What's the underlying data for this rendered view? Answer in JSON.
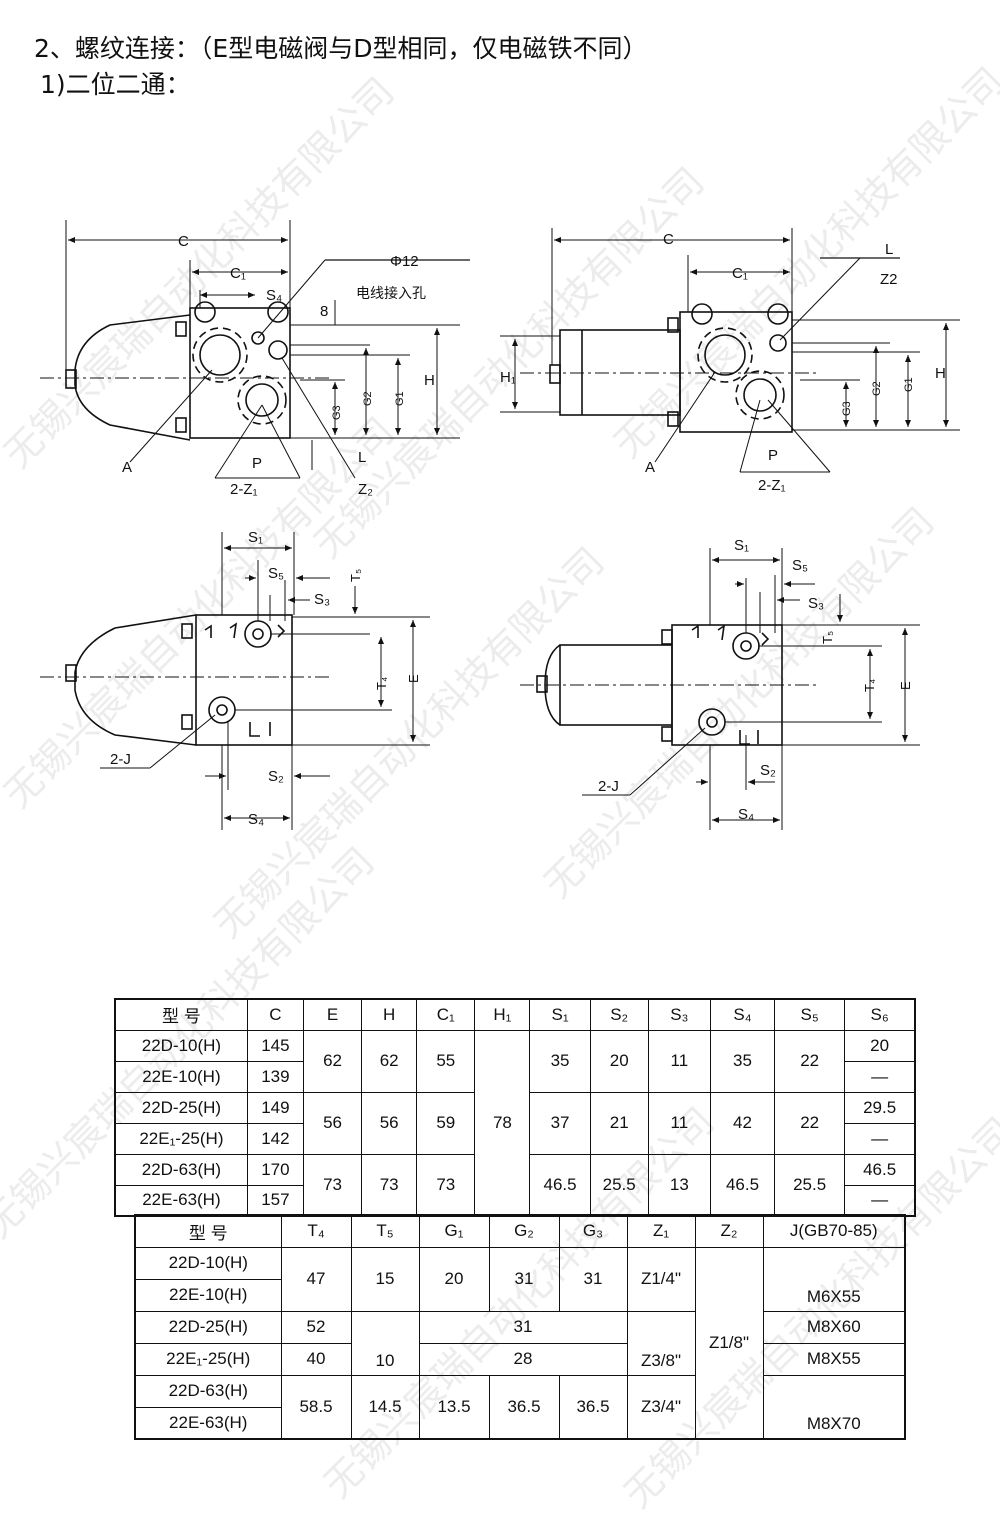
{
  "heading": {
    "line1": "2、螺纹连接：（E型电磁阀与D型相同，仅电磁铁不同）",
    "line2": "1)二位二通："
  },
  "watermark_text": "无锡兴宸瑞自动化科技有限公司",
  "drawing_labels": {
    "C": "C",
    "C1": "C₁",
    "S4": "S₄",
    "phi12": "Φ12",
    "wire_inlet": "电线接入孔",
    "eight": "8",
    "H": "H",
    "G1": "G1",
    "G2": "G2",
    "G3": "G3",
    "L": "L",
    "Z2": "Z₂",
    "Z2_b": "Z2",
    "A": "A",
    "P": "P",
    "Z1_2": "2-Z₁",
    "H1": "H₁",
    "S1": "S₁",
    "S5": "S₅",
    "S3": "S₃",
    "T5": "T₅",
    "T4": "T₄",
    "E": "E",
    "J2": "2-J",
    "S2": "S₂"
  },
  "table1": {
    "headers": [
      "型 号",
      "C",
      "E",
      "H",
      "C₁",
      "H₁",
      "S₁",
      "S₂",
      "S₃",
      "S₄",
      "S₅",
      "S₆"
    ],
    "models": [
      "22D-10(H)",
      "22E-10(H)",
      "22D-25(H)",
      "22E₁-25(H)",
      "22D-63(H)",
      "22E-63(H)"
    ],
    "C": [
      "145",
      "139",
      "149",
      "142",
      "170",
      "157"
    ],
    "E": [
      "62",
      "56",
      "73"
    ],
    "H": [
      "62",
      "56",
      "73"
    ],
    "C1": [
      "55",
      "59",
      "73"
    ],
    "H1": "78",
    "S1": [
      "35",
      "37",
      "46.5"
    ],
    "S2": [
      "20",
      "21",
      "25.5"
    ],
    "S3": [
      "11",
      "11",
      "13"
    ],
    "S4": [
      "35",
      "42",
      "46.5"
    ],
    "S5": [
      "22",
      "22",
      "25.5"
    ],
    "S6": [
      "20",
      "—",
      "29.5",
      "—",
      "46.5",
      "—"
    ]
  },
  "table2": {
    "headers": [
      "型 号",
      "T₄",
      "T₅",
      "G₁",
      "G₂",
      "G₃",
      "Z₁",
      "Z₂",
      "J(GB70-85)"
    ],
    "models": [
      "22D-10(H)",
      "22E-10(H)",
      "22D-25(H)",
      "22E₁-25(H)",
      "22D-63(H)",
      "22E-63(H)"
    ],
    "T4": [
      "47",
      "52",
      "40",
      "58.5"
    ],
    "T5": [
      "15",
      "10",
      "14.5"
    ],
    "G1": [
      "20",
      "13.5"
    ],
    "G2": [
      "31",
      "36.5"
    ],
    "G3": [
      "31",
      "36.5"
    ],
    "G_shared_25": [
      "31",
      "28"
    ],
    "Z1": [
      "Z1/4\"",
      "Z3/8\"",
      "Z3/4\""
    ],
    "Z2": "Z1/8\"",
    "J": [
      "M6X55",
      "M8X60",
      "M8X55",
      "M8X70"
    ]
  }
}
